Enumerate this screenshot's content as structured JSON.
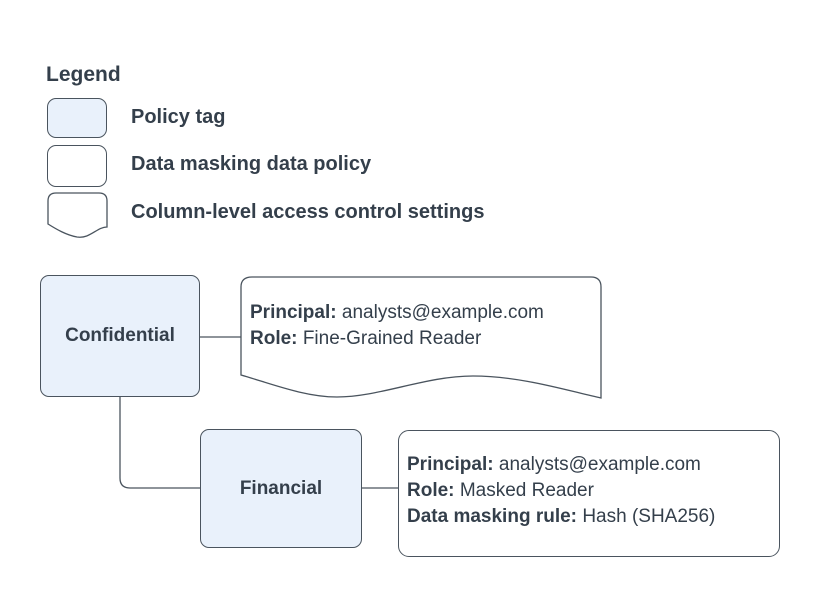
{
  "colors": {
    "policy_tag_fill": "#e9f1fb",
    "stroke": "#4a545e",
    "text": "#343f4b",
    "bg": "#ffffff"
  },
  "legend": {
    "title": "Legend",
    "items": [
      {
        "shape": "policy-tag-swatch",
        "label": "Policy tag"
      },
      {
        "shape": "data-policy-swatch",
        "label": "Data masking data policy"
      },
      {
        "shape": "access-control-swatch",
        "label": "Column-level access control settings"
      }
    ]
  },
  "nodes": {
    "confidential": {
      "label": "Confidential"
    },
    "financial": {
      "label": "Financial"
    }
  },
  "callouts": {
    "access_control": {
      "lines": [
        {
          "label": "Principal:",
          "value": "analysts@example.com"
        },
        {
          "label": "Role:",
          "value": "Fine-Grained Reader"
        }
      ]
    },
    "data_masking": {
      "lines": [
        {
          "label": "Principal:",
          "value": "analysts@example.com"
        },
        {
          "label": "Role:",
          "value": "Masked Reader"
        },
        {
          "label": "Data masking rule:",
          "value": "Hash (SHA256)"
        }
      ]
    }
  }
}
